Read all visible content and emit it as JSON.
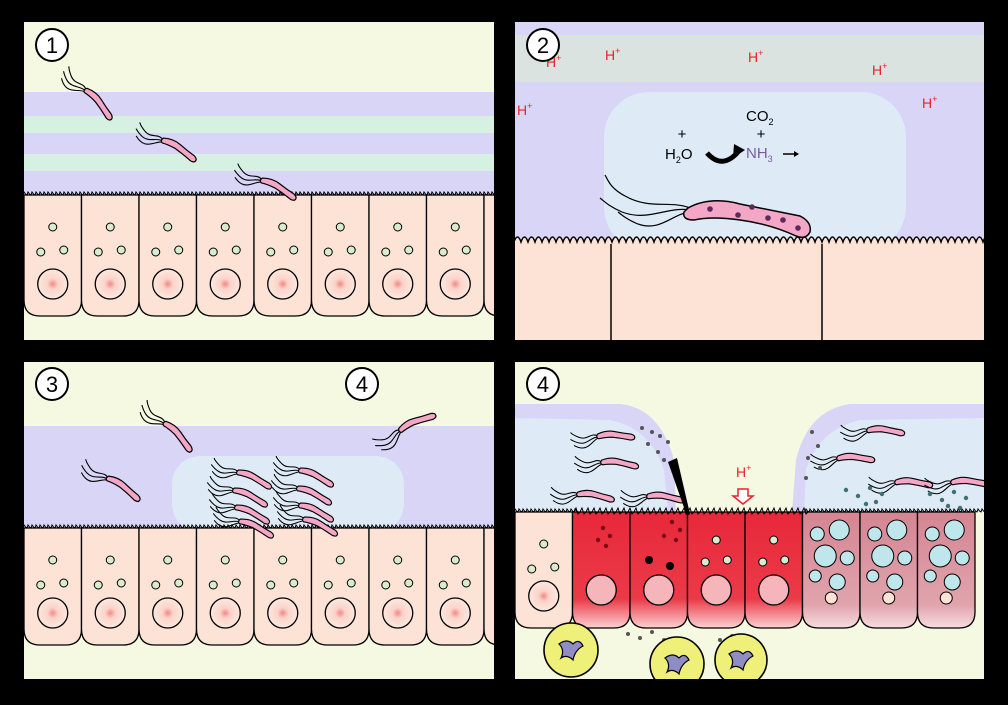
{
  "colors": {
    "background": "#000000",
    "lumen": "#f6f9e2",
    "mucus": "#d8d5f7",
    "mucus_band": "#d6f0e2",
    "acid_band": "#dbe3e0",
    "protected_zone": "#deebf7",
    "cell": "#fde3d6",
    "nucleus_dot": "#f5b9b0",
    "granule": "#d9ecd0",
    "bacterium": "#f4a6c6",
    "inflamed_cell": "#e8283a",
    "damaged_cell": "#d98f9a",
    "vacuole": "#bfe6ea",
    "neutrophil": "#eef07a",
    "neutrophil_nucleus": "#8f8dc4",
    "hydrogen_ion": "#e8222d",
    "ammonia": "#7a5a9c",
    "toxin_dot": "#3e6f72"
  },
  "panels": [
    {
      "step": "1",
      "labels": []
    },
    {
      "step": "2",
      "labels": [
        "H",
        "+",
        "H",
        "+",
        "H",
        "+",
        "H",
        "+",
        "H",
        "+",
        "H",
        "+"
      ]
    },
    {
      "step": "3",
      "labels": [
        "4"
      ]
    },
    {
      "step": "4",
      "labels": [
        "H",
        "+"
      ]
    }
  ],
  "reaction": {
    "plus_left": "+",
    "water_h": "H",
    "water_sub": "2",
    "water_o": "O",
    "co2_c": "CO",
    "co2_sub": "2",
    "plus_right": "+",
    "nh3_n": "NH",
    "nh3_sub": "3"
  },
  "icons": [
    "curved-arrow-icon",
    "right-arrow-icon",
    "down-arrow-icon",
    "flagellum-icon"
  ]
}
